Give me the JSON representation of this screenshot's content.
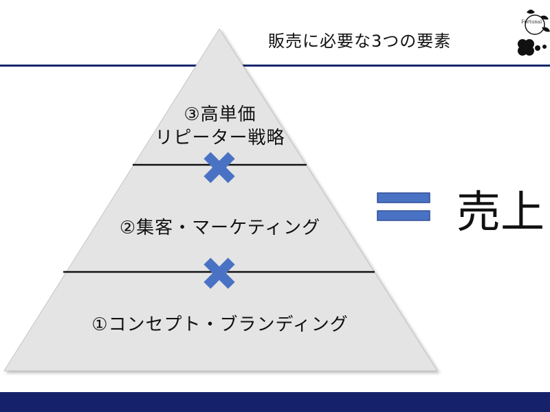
{
  "slide": {
    "title": "販売に必要な3つの要素",
    "logo": {
      "text": "Fortunal",
      "icon": "clover-bird-logo"
    },
    "colors": {
      "navy": "#15266b",
      "pyramid_fill": "#e4e4e4",
      "cross_blue": "#4a72c4",
      "equals_blue": "#4a72c4"
    }
  },
  "pyramid": {
    "tiers": [
      {
        "label_line1": "③高単価",
        "label_line2": "リピーター戦略"
      },
      {
        "label": "②集客・マーケティング"
      },
      {
        "label": "①コンセプト・ブランディング"
      }
    ],
    "operator_between_tiers": "multiply-cross-icon"
  },
  "equation": {
    "operator": "equals-icon",
    "result": "売上"
  }
}
